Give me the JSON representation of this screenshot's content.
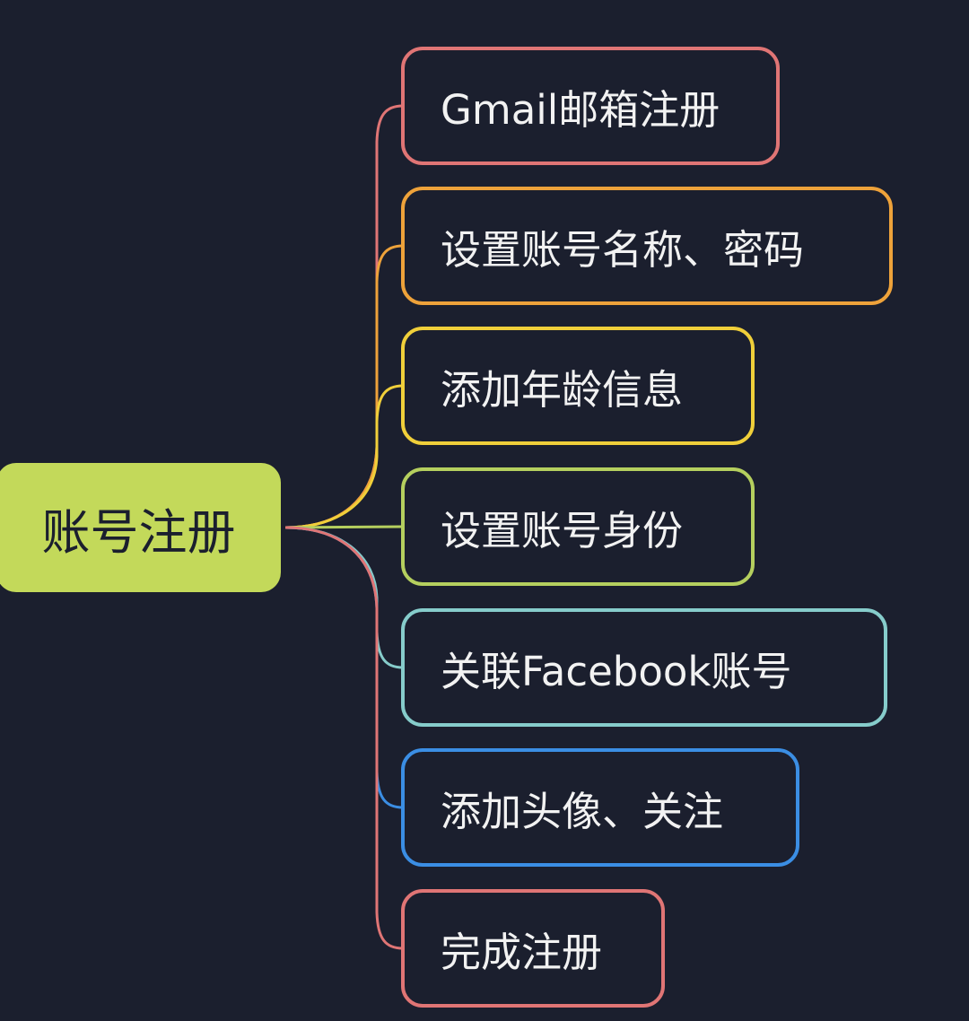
{
  "root": {
    "label": "账号注册",
    "color": "#c3d95a"
  },
  "children": [
    {
      "label": "Gmail邮箱注册",
      "color": "#e07575"
    },
    {
      "label": "设置账号名称、密码",
      "color": "#eea23a"
    },
    {
      "label": "添加年龄信息",
      "color": "#f0cf3a"
    },
    {
      "label": "设置账号身份",
      "color": "#b5cf5e"
    },
    {
      "label": "关联Facebook账号",
      "color": "#86cccb"
    },
    {
      "label": "添加头像、关注",
      "color": "#3b8ee4"
    },
    {
      "label": "完成注册",
      "color": "#e07575"
    }
  ]
}
